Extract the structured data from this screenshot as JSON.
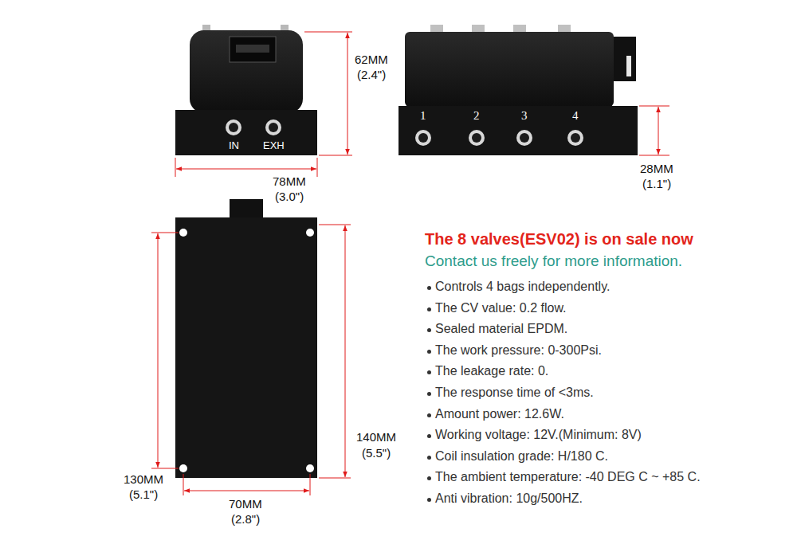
{
  "diagram": {
    "title": "The 8 valves(ESV02) is on sale now",
    "labels": [
      "62MM",
      "(2.4\")",
      "78MM",
      "(3.0\")",
      "28MM",
      "(1.1\")",
      "140MM",
      "(5.5\")",
      "130MM",
      "(5.1\")",
      "70MM",
      "(2.8\")",
      "IN",
      "EXH",
      "1",
      "2",
      "3",
      "4",
      "Contact us freely for more information.",
      "Controls 4 bags independently.",
      "The CV value: 0.2 flow.",
      "Sealed material EPDM.",
      "The work pressure: 0-300Psi.",
      "The leakage rate: 0.",
      "The response time of <3ms.",
      "Amount power: 12.6W.",
      "Working voltage: 12V.(Minimum: 8V)",
      "Coil insulation grade: H/180 C.",
      "The ambient temperature: -40 DEG C ~ +85 C.",
      "Anti vibration: 10g/500HZ."
    ]
  }
}
